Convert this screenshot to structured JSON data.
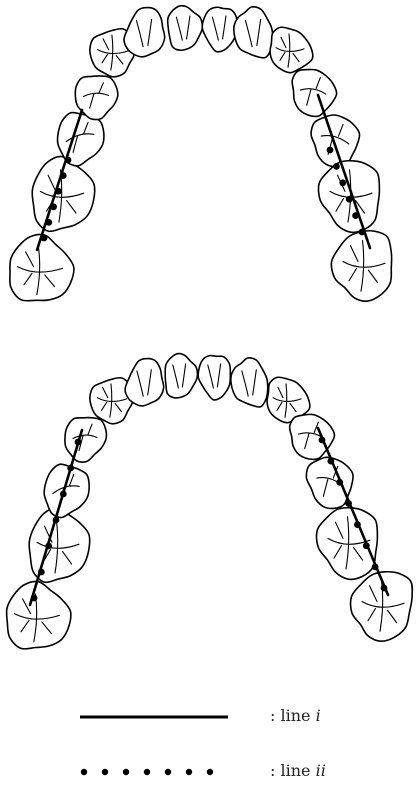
{
  "legend": {
    "items": [
      {
        "key": "line-i",
        "style": "solid",
        "prefix": ": line ",
        "var": "i"
      },
      {
        "key": "line-ii",
        "style": "dotted",
        "prefix": ": line ",
        "var": "ii"
      }
    ]
  },
  "colors": {
    "ink": "#000000",
    "background": "#ffffff"
  }
}
